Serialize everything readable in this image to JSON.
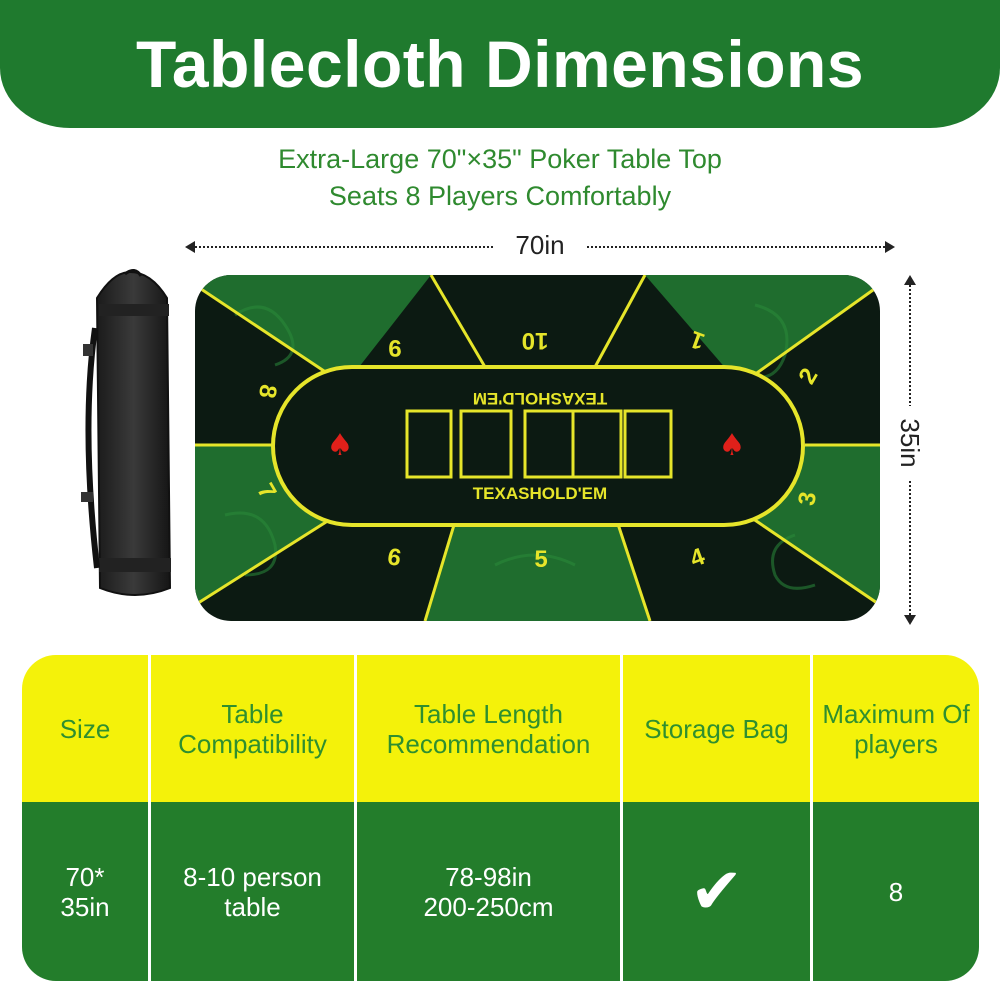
{
  "banner": {
    "title": "Tablecloth Dimensions",
    "color": "#1f7a2e"
  },
  "subtitle": {
    "line1": "Extra-Large 70\"×35\" Poker Table Top",
    "line2": "Seats 8 Players Comfortably"
  },
  "dimensions": {
    "width_label": "70in",
    "height_label": "35in"
  },
  "mat": {
    "seat_numbers": [
      "9",
      "10",
      "1",
      "2",
      "3",
      "4",
      "5",
      "6",
      "7",
      "8"
    ],
    "center_text_top": "TEXASHOLD'EM",
    "center_text_bottom": "TEXASHOLD'EM",
    "suit_icon": "spade-icon",
    "felt_color": "#1f7a2e",
    "dark_color": "#0c1a12",
    "line_color": "#e6e52a"
  },
  "specs": {
    "headers": [
      "Size",
      "Table Compatibility",
      "Table Length Recommendation",
      "Storage Bag",
      "Maximum Of players"
    ],
    "size": "70*\n35in",
    "compatibility": "8-10 person table",
    "length_in": "78-98in",
    "length_cm": "200-250cm",
    "storage_bag_icon": "checkmark-icon",
    "max_players": "8",
    "header_color": "#f4f20a",
    "body_color": "#237d2b"
  }
}
